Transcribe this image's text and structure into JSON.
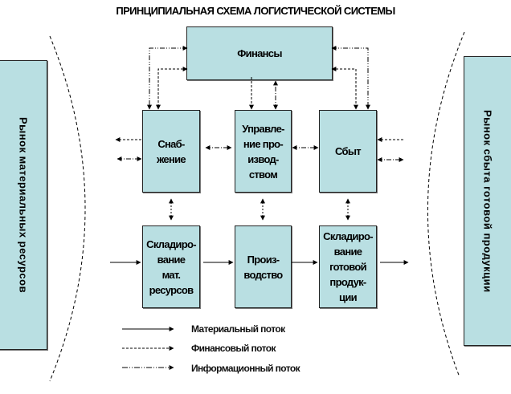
{
  "title": "ПРИНЦИПИАЛЬНАЯ СХЕМА ЛОГИСТИЧЕСКОЙ СИСТЕМЫ",
  "boxes": {
    "finance": "Финансы",
    "supply": "Снаб-\nжение",
    "production_management": "Управле-\nние про-\nизвод-\nством",
    "sales": "Сбыт",
    "warehouse_materials": "Складиро-\nвание\nмат.\nресурсов",
    "production": "Произ-\nводство",
    "warehouse_products": "Складиро-\nвание\nготовой\nпродук-\nции"
  },
  "markets": {
    "left": "Рынок материальных ресурсов",
    "right": "Рынок  сбыта готовой продукции"
  },
  "legend": [
    {
      "type": "material",
      "label": "Материальный поток"
    },
    {
      "type": "financial",
      "label": "Финансовый поток"
    },
    {
      "type": "information",
      "label": "Информационный поток"
    }
  ],
  "colors": {
    "box_fill": "#b9dfe2",
    "line": "#000000"
  }
}
